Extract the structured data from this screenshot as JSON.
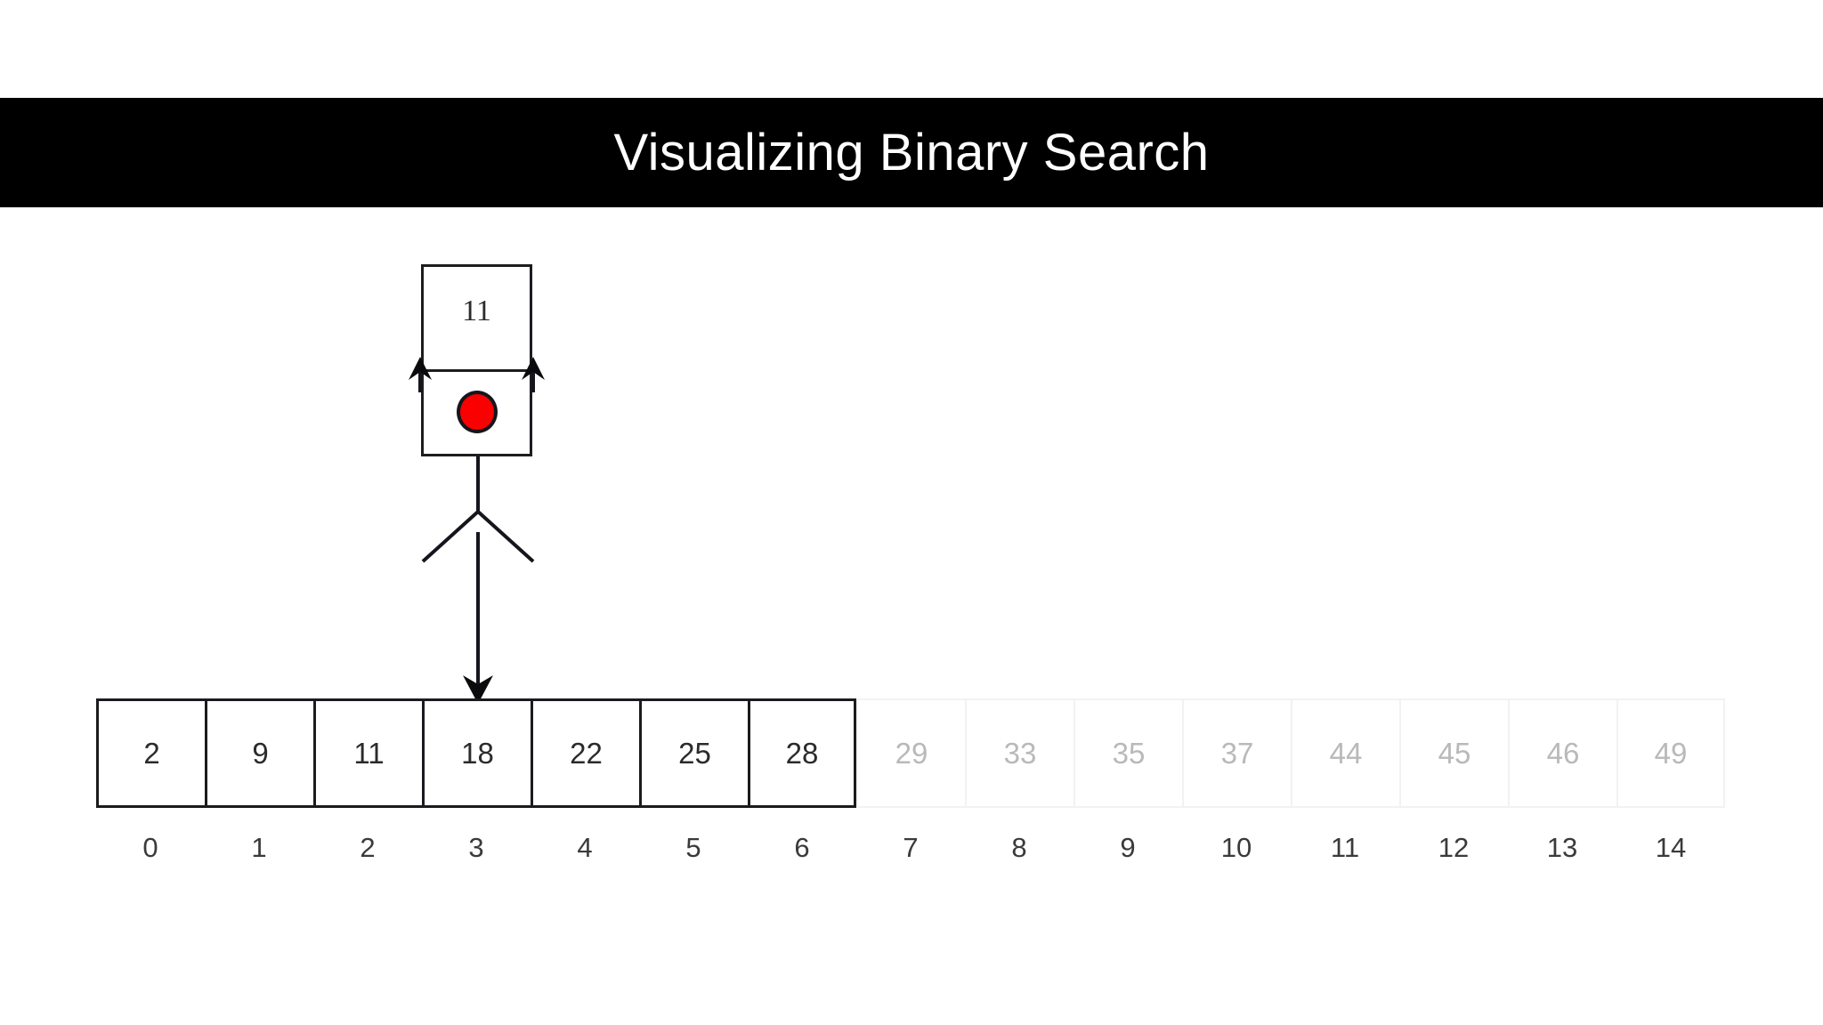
{
  "header": {
    "title": "Visualizing Binary Search",
    "background_color": "#000000",
    "text_color": "#ffffff"
  },
  "pointer": {
    "target_label": "11",
    "marker_icon": "red-circle-marker",
    "marker_color": "#fb0000",
    "left_arrow_icon": "arrow-up-icon",
    "right_arrow_icon": "arrow-up-icon",
    "down_arrow_icon": "arrow-down-icon",
    "points_to_index": 3
  },
  "array": {
    "values": [
      "2",
      "9",
      "11",
      "18",
      "22",
      "25",
      "28",
      "29",
      "33",
      "35",
      "37",
      "44",
      "45",
      "46",
      "49"
    ],
    "indices": [
      "0",
      "1",
      "2",
      "3",
      "4",
      "5",
      "6",
      "7",
      "8",
      "9",
      "10",
      "11",
      "12",
      "13",
      "14"
    ],
    "active_count": 7,
    "active_border_color": "#1b1b1f",
    "inactive_border_color": "#f2f2f2",
    "active_text_color": "#2b2b2b",
    "inactive_text_color": "#b9b9b9"
  }
}
